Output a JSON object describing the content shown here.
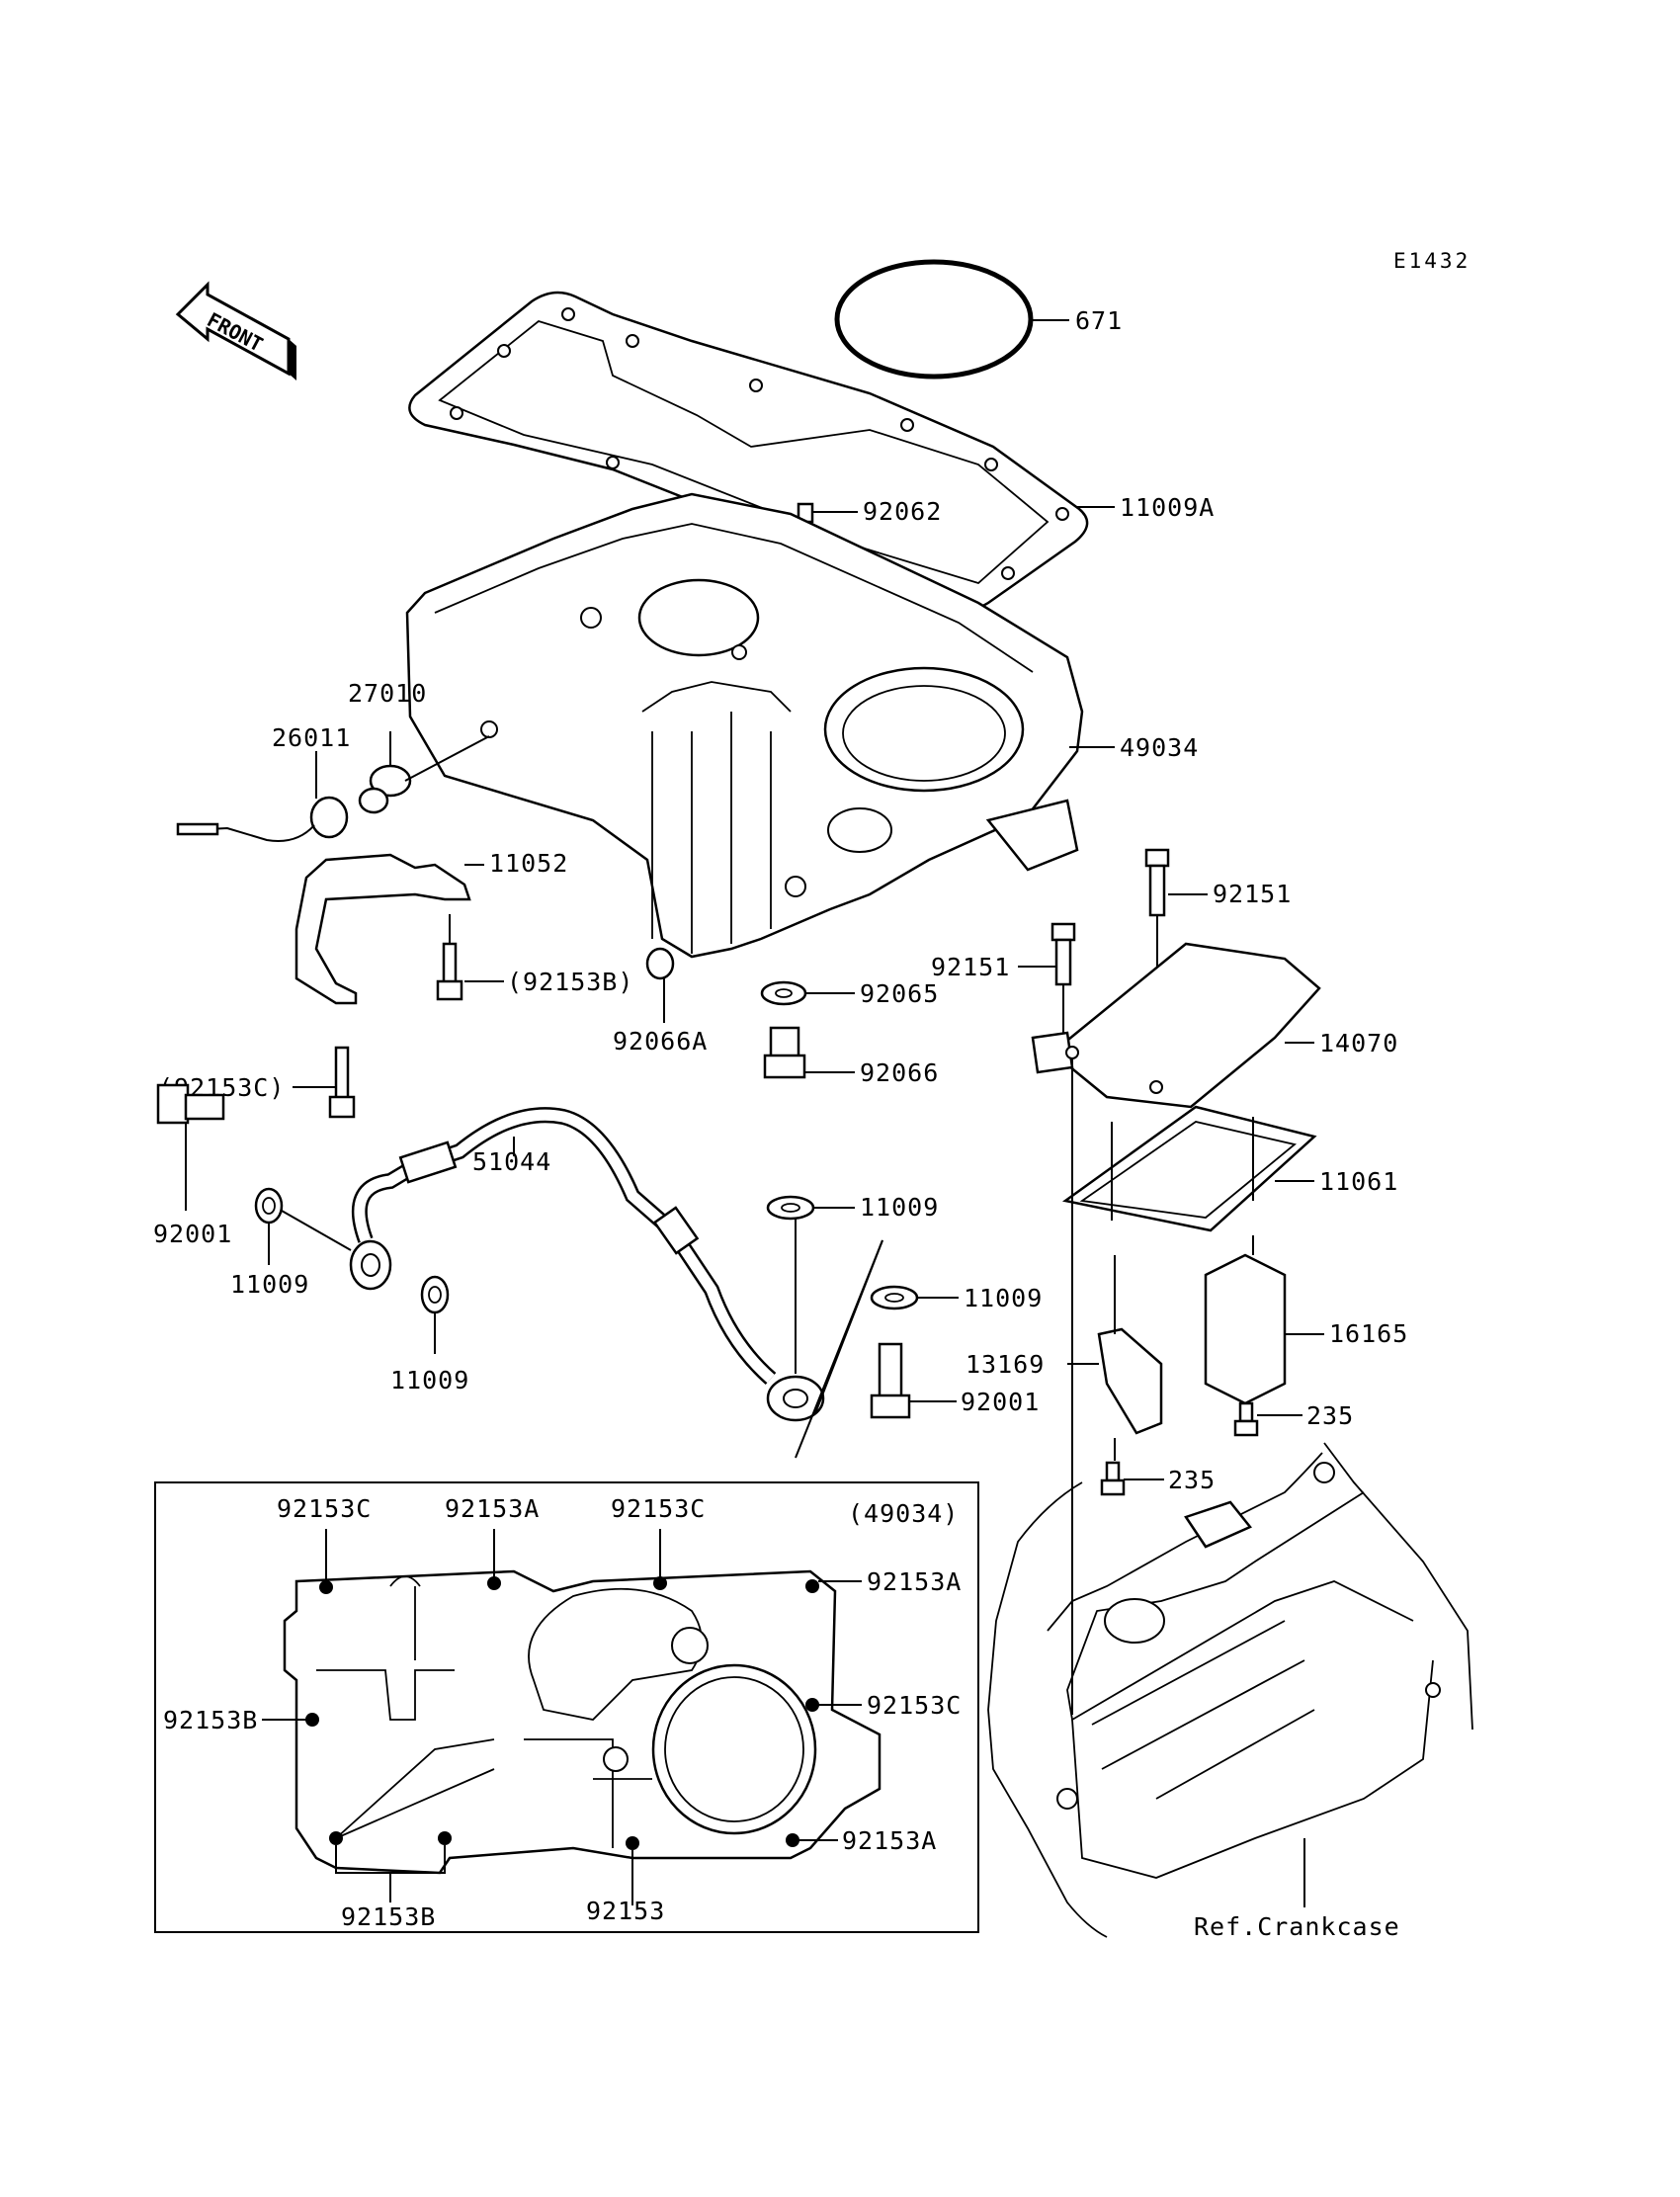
{
  "diagram_code": "E1432",
  "front_arrow": "FRONT",
  "labels": {
    "l671": "671",
    "l11009A": "11009A",
    "l92062": "92062",
    "l49034": "49034",
    "l27010": "27010",
    "l26011": "26011",
    "l11052": "11052",
    "l92153B_paren": "(92153B)",
    "l92066A": "92066A",
    "l92065": "92065",
    "l92066": "92066",
    "l92151_top": "92151",
    "l92151_mid": "92151",
    "l14070": "14070",
    "l92153C_paren": "(92153C)",
    "l51044": "51044",
    "l92001_left": "92001",
    "l11009_a": "11009",
    "l11009_b": "11009",
    "l11009_c": "11009",
    "l11009_d": "11009",
    "l11061": "11061",
    "l16165": "16165",
    "l13169": "13169",
    "l92001_right": "92001",
    "l235_a": "235",
    "l235_b": "235",
    "ref_crankcase": "Ref.Crankcase"
  },
  "inset": {
    "title": "(49034)",
    "labels": {
      "i92153C_1": "92153C",
      "i92153A_1": "92153A",
      "i92153C_2": "92153C",
      "i92153A_2": "92153A",
      "i92153B_1": "92153B",
      "i92153C_3": "92153C",
      "i92153A_3": "92153A",
      "i92153B_2": "92153B",
      "i92153": "92153"
    }
  }
}
